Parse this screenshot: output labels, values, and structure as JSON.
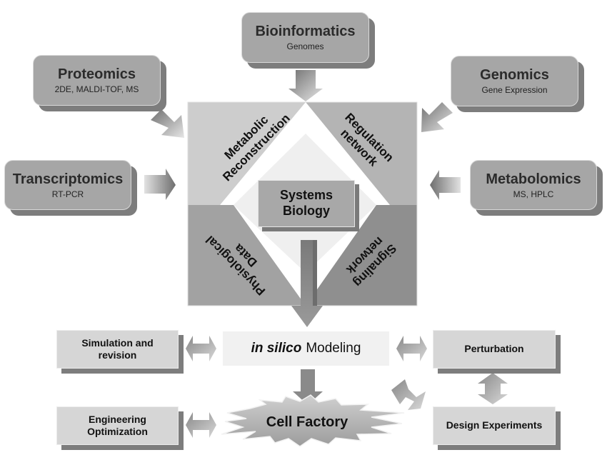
{
  "inputs": {
    "bioinformatics": {
      "title": "Bioinformatics",
      "subtitle": "Genomes"
    },
    "proteomics": {
      "title": "Proteomics",
      "subtitle": "2DE, MALDI-TOF, MS"
    },
    "genomics": {
      "title": "Genomics",
      "subtitle": "Gene Expression"
    },
    "transcriptomics": {
      "title": "Transcriptomics",
      "subtitle": "RT-PCR"
    },
    "metabolomics": {
      "title": "Metabolomics",
      "subtitle": "MS, HPLC"
    }
  },
  "core": {
    "center_line1": "Systems",
    "center_line2": "Biology",
    "quadrants": {
      "top_left": [
        "Metabolic",
        "Reconstruction"
      ],
      "top_right": [
        "Regulation",
        "network"
      ],
      "bottom_left": [
        "Physiological",
        "Data"
      ],
      "bottom_right": [
        "Signaling",
        "network"
      ]
    }
  },
  "modeling": {
    "italic": "in silico",
    "rest": "Modeling"
  },
  "outputs": {
    "simulation": [
      "Simulation and",
      "revision"
    ],
    "engineering": [
      "Engineering",
      "Optimization"
    ],
    "perturbation": "Perturbation",
    "design": "Design Experiments",
    "cell_factory": "Cell Factory"
  },
  "colors": {
    "box_fill": "#a6a6a6",
    "box_shadow": "#7d7d7d",
    "flat_box": "#d6d6d6",
    "quad_light": "#cfcfcf",
    "quad_mid": "#b3b3b3",
    "quad_dark": "#8c8c8c"
  }
}
